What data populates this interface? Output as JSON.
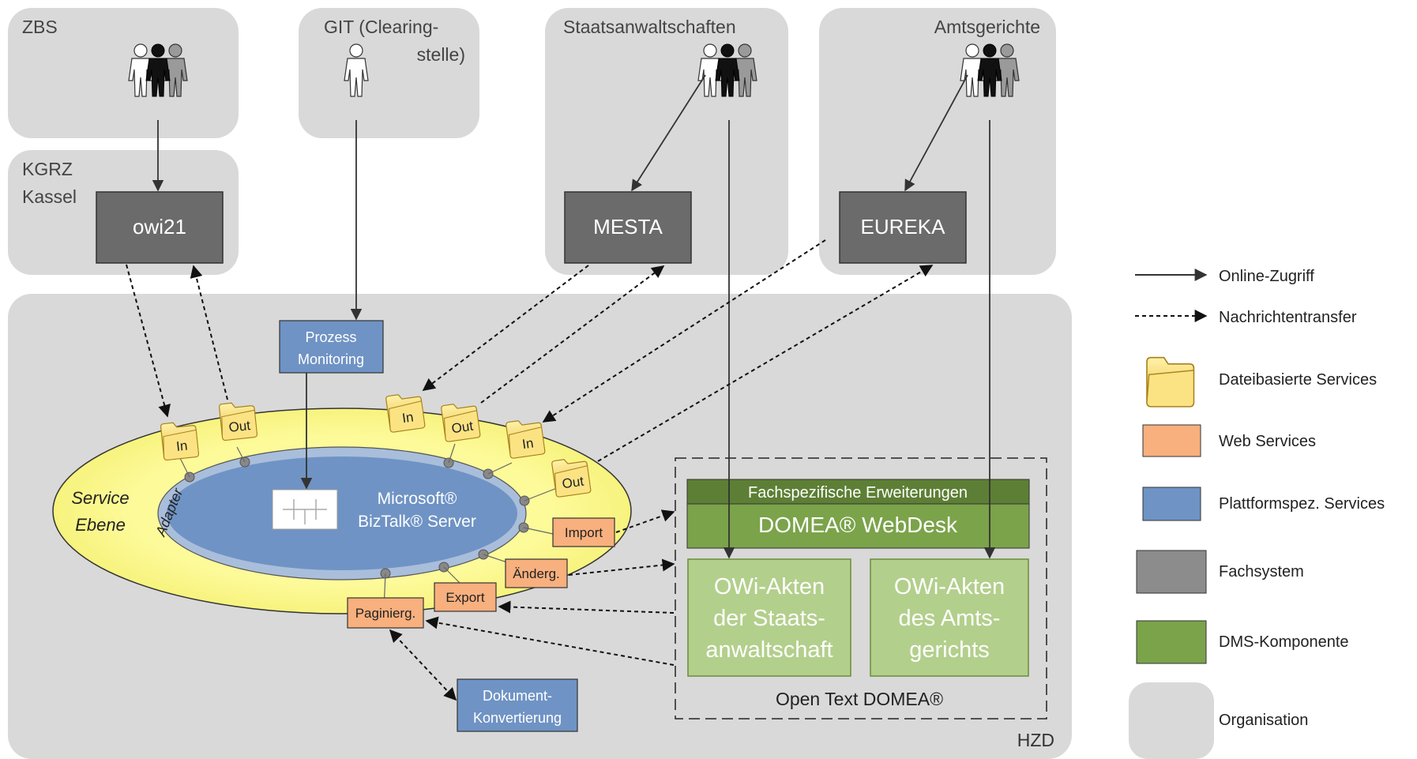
{
  "organisations": {
    "zbs": "ZBS",
    "git_line1": "GIT (Clearing-",
    "git_line2": "stelle)",
    "staatsanwaltschaften": "Staatsanwaltschaften",
    "amtsgerichte": "Amtsgerichte",
    "kgrz_line1": "KGRZ",
    "kgrz_line2": "Kassel",
    "hzd": "HZD"
  },
  "systems": {
    "owi21": "owi21",
    "mesta": "MESTA",
    "eureka": "EUREKA"
  },
  "platform": {
    "prozess_line1": "Prozess",
    "prozess_line2": "Monitoring",
    "dok_line1": "Dokument-",
    "dok_line2": "Konvertierung",
    "ms_line1": "Microsoft®",
    "ms_line2": "BizTalk® Server",
    "service_line1": "Service",
    "service_line2": "Ebene",
    "adapter": "Adapter"
  },
  "folders": {
    "in": "In",
    "out": "Out"
  },
  "web_services": {
    "import": "Import",
    "aenderg": "Änderg.",
    "export": "Export",
    "paginierg": "Paginierg."
  },
  "dms": {
    "fach": "Fachspezifische Erweiterungen",
    "webdesk": "DOMEA® WebDesk",
    "owi_sta": [
      "OWi-Akten",
      "der Staats-",
      "anwaltschaft"
    ],
    "owi_ag": [
      "OWi-Akten",
      "des Amts-",
      "gerichts"
    ],
    "opentext": "Open Text DOMEA®"
  },
  "legend": {
    "online": "Online-Zugriff",
    "nachrichten": "Nachrichtentransfer",
    "datei": "Dateibasierte Services",
    "web": "Web Services",
    "plattform": "Plattformspez. Services",
    "fachsystem": "Fachsystem",
    "dms": "DMS-Komponente",
    "organisation": "Organisation"
  },
  "colors": {
    "organisation": "#d9d9d9",
    "fachsystem": "#6b6b6b",
    "plattform": "#6f93c4",
    "web": "#f7b07e",
    "dms": "#7ba34a",
    "dms_light": "#b3cf8c",
    "service_ellipse": "#fdfa9a"
  }
}
